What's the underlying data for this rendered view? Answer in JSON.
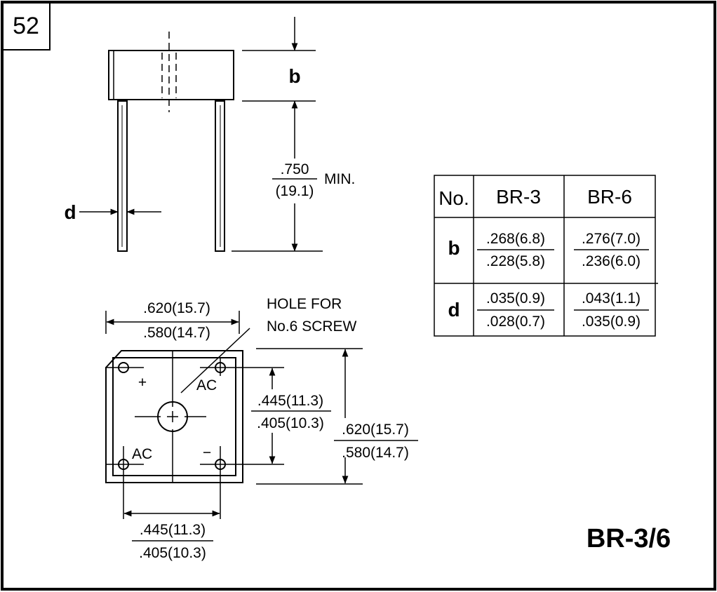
{
  "page_number": "52",
  "part_name": "BR-3/6",
  "side_view": {
    "label_b": "b",
    "label_d": "d",
    "lead_length": {
      "top": ".750",
      "bottom": "(19.1)",
      "suffix": "MIN."
    }
  },
  "bottom_view": {
    "width_top": {
      "top": ".620(15.7)",
      "bottom": ".580(14.7)"
    },
    "hole_callout": [
      "HOLE FOR",
      "No.6 SCREW"
    ],
    "pin_labels": {
      "plus": "+",
      "minus": "−",
      "ac_top": "AC",
      "ac_left": "AC"
    },
    "pin_spacing_vertical": {
      "top": ".445(11.3)",
      "bottom": ".405(10.3)"
    },
    "height_right": {
      "top": ".620(15.7)",
      "bottom": ".580(14.7)"
    },
    "pin_spacing_horizontal": {
      "top": ".445(11.3)",
      "bottom": ".405(10.3)"
    }
  },
  "dimension_table": {
    "headers": [
      "No.",
      "BR-3",
      "BR-6"
    ],
    "rows": [
      {
        "label": "b",
        "br3": {
          "top": ".268(6.8)",
          "bottom": ".228(5.8)"
        },
        "br6": {
          "top": ".276(7.0)",
          "bottom": ".236(6.0)"
        }
      },
      {
        "label": "d",
        "br3": {
          "top": ".035(0.9)",
          "bottom": ".028(0.7)"
        },
        "br6": {
          "top": ".043(1.1)",
          "bottom": ".035(0.9)"
        }
      }
    ]
  }
}
